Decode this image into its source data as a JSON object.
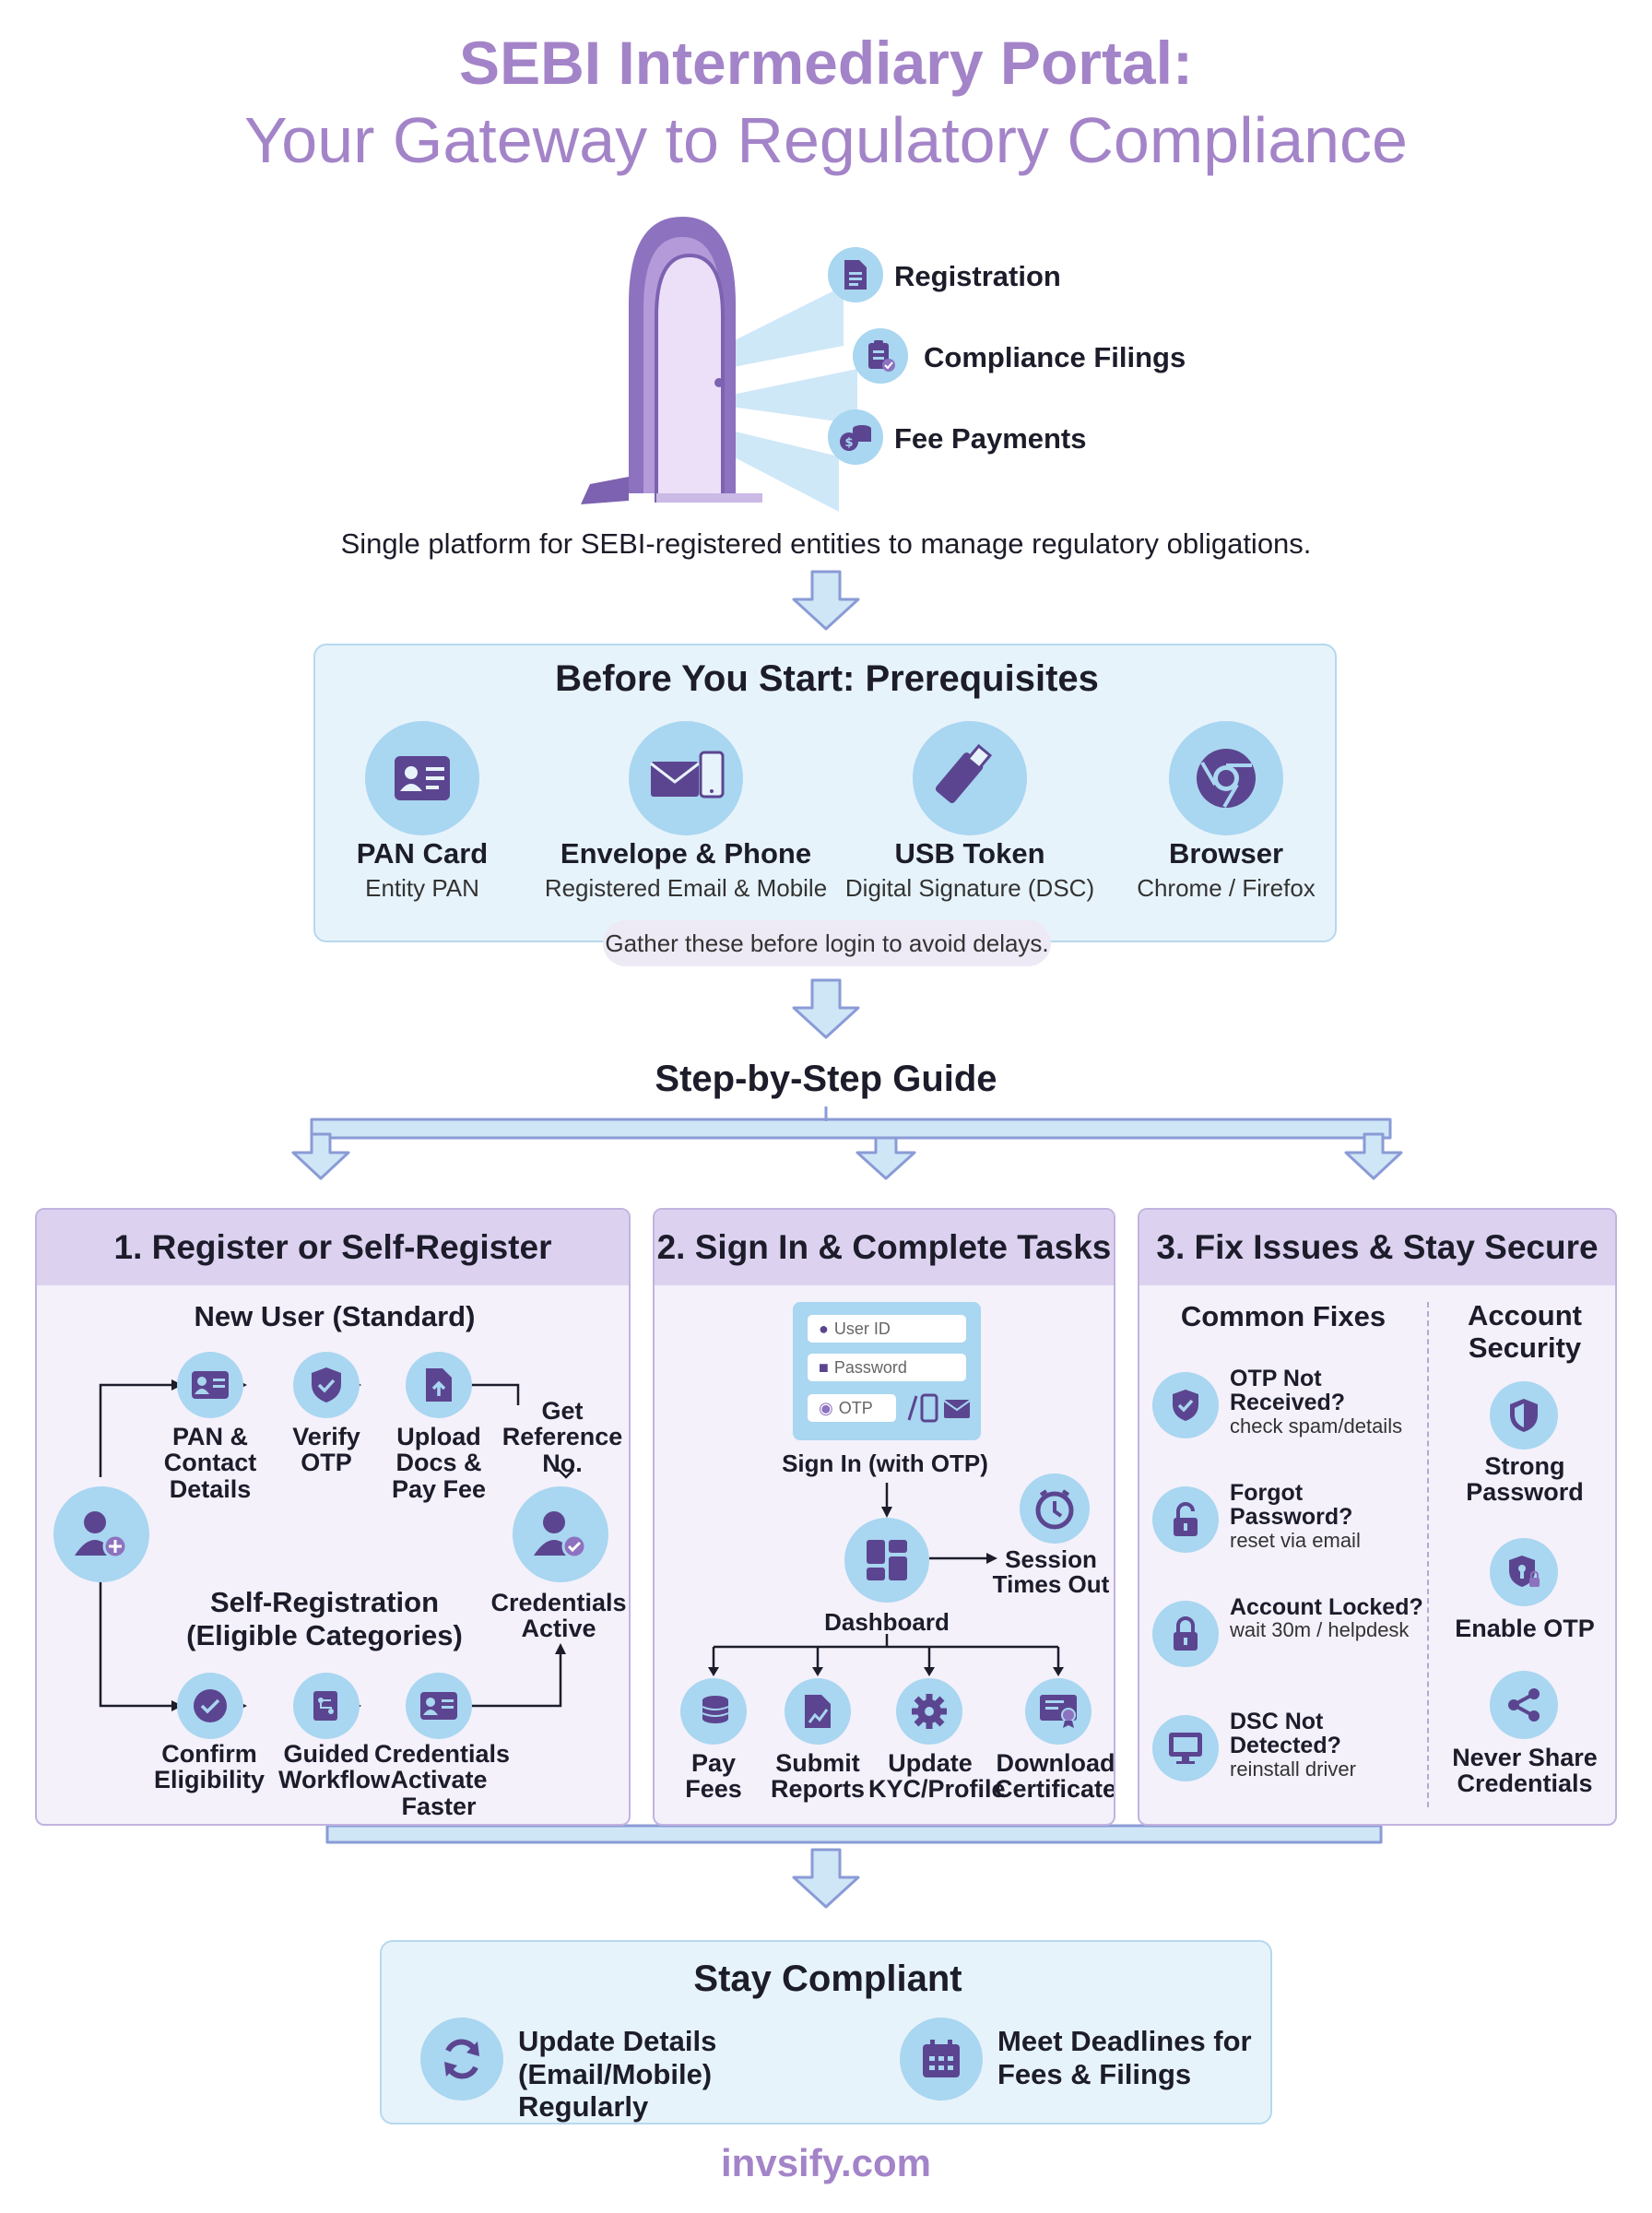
{
  "title": {
    "line1": "SEBI Intermediary Portal:",
    "line2": "Your Gateway to Regulatory Compliance"
  },
  "gateway": {
    "items": [
      "Registration",
      "Compliance Filings",
      "Fee Payments"
    ]
  },
  "tagline": "Single platform for SEBI-registered entities to manage regulatory obligations.",
  "prerequisites": {
    "heading": "Before You Start: Prerequisites",
    "items": [
      {
        "title": "PAN Card",
        "subtitle": "Entity PAN",
        "icon": "id-card-icon"
      },
      {
        "title": "Envelope & Phone",
        "subtitle": "Registered Email & Mobile",
        "icon": "envelope-phone-icon"
      },
      {
        "title": "USB Token",
        "subtitle": "Digital Signature (DSC)",
        "icon": "usb-token-icon"
      },
      {
        "title": "Browser",
        "subtitle": "Chrome / Firefox",
        "icon": "browser-icon"
      }
    ],
    "note": "Gather these before login to avoid delays."
  },
  "guide": {
    "heading": "Step-by-Step Guide",
    "columns": [
      {
        "title": "1. Register or Self-Register",
        "new_user_heading": "New User (Standard)",
        "standard_steps": [
          "PAN & Contact Details",
          "Verify OTP",
          "Upload Docs & Pay Fee",
          "Get Reference No."
        ],
        "credentials_active": "Credentials Active",
        "self_reg_heading_1": "Self-Registration",
        "self_reg_heading_2": "(Eligible Categories)",
        "self_steps": [
          "Confirm Eligibility",
          "Guided Workflow",
          "Credentials Activate Faster"
        ]
      },
      {
        "title": "2. Sign In & Complete Tasks",
        "login_fields": {
          "user_id": "User ID",
          "password": "Password",
          "otp": "OTP"
        },
        "sign_in_label": "Sign In (with OTP)",
        "dashboard": "Dashboard",
        "session": "Session Times Out",
        "tasks": [
          "Pay Fees",
          "Submit Reports",
          "Update KYC/Profile",
          "Download Certificate"
        ]
      },
      {
        "title": "3. Fix Issues & Stay Secure",
        "fixes_heading": "Common Fixes",
        "fixes": [
          {
            "title": "OTP Not Received?",
            "hint": "check spam/details"
          },
          {
            "title": "Forgot Password?",
            "hint": "reset via email"
          },
          {
            "title": "Account Locked?",
            "hint": "wait 30m / helpdesk"
          },
          {
            "title": "DSC Not Detected?",
            "hint": "reinstall driver"
          }
        ],
        "security_heading": "Account Security",
        "security": [
          "Strong Password",
          "Enable OTP",
          "Never Share Credentials"
        ]
      }
    ]
  },
  "compliant": {
    "heading": "Stay Compliant",
    "items": [
      "Update Details (Email/Mobile) Regularly",
      "Meet Deadlines for Fees & Filings"
    ]
  },
  "footer": "invsify.com",
  "colors": {
    "accent": "#a484c8",
    "icon_bg": "#a9d6f0",
    "icon_fg": "#5b4590",
    "panel": "#e7f3fb",
    "column_head": "#dcd2f0"
  }
}
